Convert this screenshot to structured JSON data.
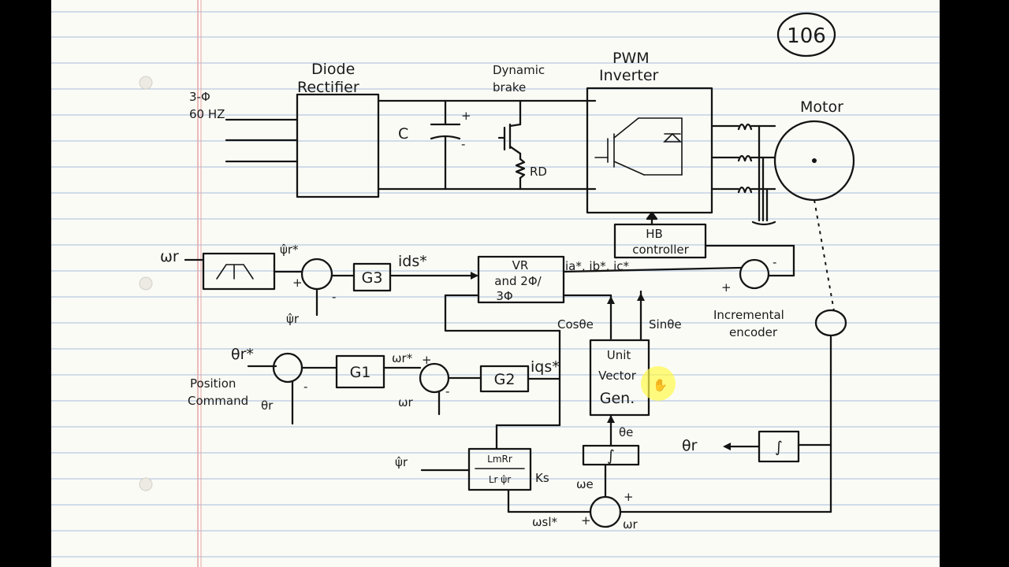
{
  "page_number": "106",
  "power": {
    "source_label_1": "3-Φ",
    "source_label_2": "60 HZ",
    "rectifier_label_1": "Diode",
    "rectifier_label_2": "Rectifier",
    "capacitor_label": "C",
    "cap_plus": "+",
    "cap_minus": "-",
    "brake_label_1": "Dynamic",
    "brake_label_2": "brake",
    "brake_resistor": "RD",
    "inverter_label_1": "PWM",
    "inverter_label_2": "Inverter",
    "motor_label": "Motor"
  },
  "control": {
    "wr_input": "ωr",
    "psi_ref": "ψ̂r*",
    "psi_fb": "ψ̂r",
    "g3": "G3",
    "ids": "ids*",
    "vr_1": "VR",
    "vr_2": "and 2Φ/",
    "vr_3": "3Φ",
    "currents": "ia*, ib*, ic*",
    "hb_1": "HB",
    "hb_2": "controller",
    "theta_ref": "θr*",
    "position_1": "Position",
    "position_2": "Command",
    "theta_fb": "θr",
    "g1": "G1",
    "wr_ref": "ωr*",
    "wr_fb": "ωr",
    "g2": "G2",
    "iqs": "iqs*",
    "cos": "Cosθe",
    "sin": "Sinθe",
    "uv_1": "Unit",
    "uv_2": "Vector",
    "uv_3": "Gen.",
    "encoder_1": "Incremental",
    "encoder_2": "encoder",
    "theta_out": "θr",
    "integrator": "∫",
    "theta_e": "θe",
    "omega_e": "ωe",
    "psi_in": "ψ̂r",
    "slip_num": "LmRr",
    "slip_den": "Lr ψ̂r",
    "ks": "Ks",
    "wsl": "ωsl*",
    "wr_bottom": "ωr",
    "plus": "+",
    "minus": "-"
  }
}
